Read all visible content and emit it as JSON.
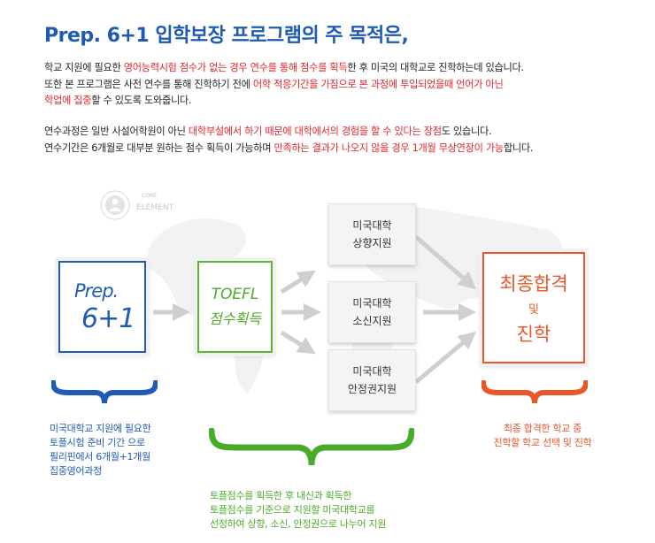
{
  "title": "Prep. 6+1 입학보장 프로그램의 주 목적은,",
  "paragraph1": {
    "line1_a": "학교 지원에 필요한 ",
    "line1_hl": "영어능력시험 점수가 없는 경우 연수를 통해 점수를 획득",
    "line1_b": "한 후 미국의 대학교로 진학하는데 있습니다.",
    "line2_a": "또한 본 프로그램은 사전 연수를 통해 진학하기 전에 ",
    "line2_hl": "어학 적응기간을 가짐으로 본 과정에 투입되었을때 언어가 아닌",
    "line3_hl": "학업에 집중",
    "line3_b": "할 수 있도록 도와줍니다."
  },
  "paragraph2": {
    "line1_a": "연수과정은 일반 사설어학원이 아닌 ",
    "line1_hl": "대학부설에서 하기 때문에 대학에서의 경험을 할 수 있다는 장점",
    "line1_b": "도 있습니다.",
    "line2_a": "연수기간은 6개월로 대부분 원하는 점수 획득이 가능하며 ",
    "line2_hl": "만족하는 결과가 나오지 않을 경우 1개월 무상연장이 가능",
    "line2_b": "합니다."
  },
  "core_element": {
    "top": "CORE",
    "bottom": "ELEMENT"
  },
  "boxes": {
    "prep": {
      "line1": "Prep.",
      "line2": "6+1"
    },
    "toefl": {
      "line1": "TOEFL",
      "line2": "점수획득"
    },
    "mid1": {
      "line1": "미국대학",
      "line2": "상향지원"
    },
    "mid2": {
      "line1": "미국대학",
      "line2": "소신지원"
    },
    "mid3": {
      "line1": "미국대학",
      "line2": "안정권지원"
    },
    "final": {
      "line1": "최종합격",
      "line2": "및",
      "line3": "진학"
    }
  },
  "captions": {
    "blue": [
      "미국대학교 지원에 필요한",
      "토플시험 준비 기간 으로",
      "필리핀에서 6개월+1개월",
      "집중영어과정"
    ],
    "green": [
      "토플점수를 획득한 후 내신과 획득한",
      "토플점수를 기준으로 지원할 미국대학교를",
      "선정하여 상향, 소신, 안정권으로 나누어 지원"
    ],
    "orange": [
      "최종 합격한 학교 중",
      "진학할 학교 선택 및 진학"
    ]
  },
  "colors": {
    "blue": "#1f5bb5",
    "green": "#4aab2a",
    "orange": "#e8562a",
    "highlight": "#e3242b",
    "arrow": "#cfcfcf"
  }
}
